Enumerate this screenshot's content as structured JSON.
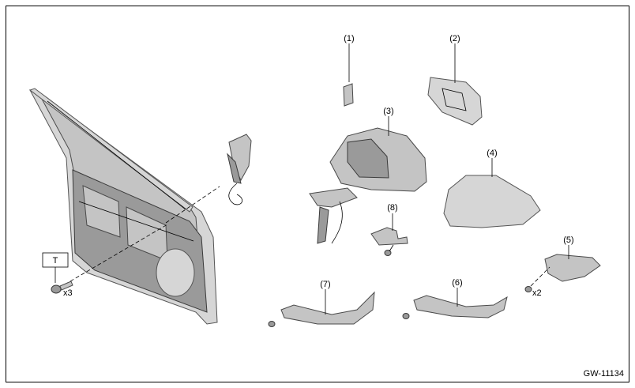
{
  "diagram": {
    "reference_code": "GW-11134",
    "tool_box_label": "T",
    "callouts": [
      "(1)",
      "(2)",
      "(3)",
      "(4)",
      "(5)",
      "(6)",
      "(7)",
      "(8)"
    ],
    "quantities": {
      "door_bolts": "x3",
      "side_turn_screws": "x2"
    }
  }
}
